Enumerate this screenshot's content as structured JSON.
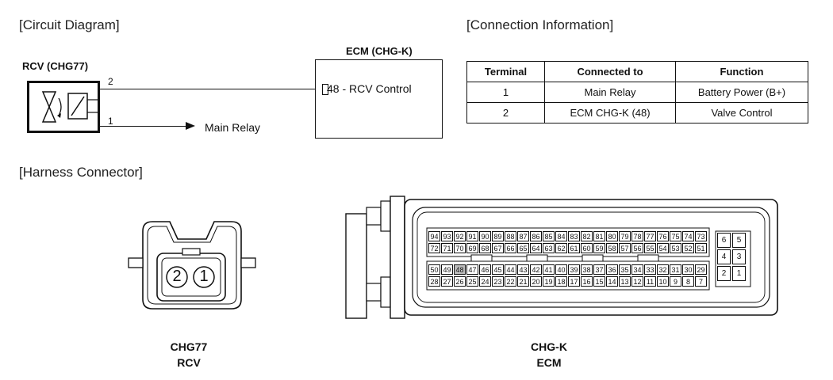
{
  "sections": {
    "circuit_diagram": "[Circuit Diagram]",
    "connection_information": "[Connection Information]",
    "harness_connector": "[Harness Connector]"
  },
  "circuit": {
    "rcv_label": "RCV (CHG77)",
    "pin2_label": "2",
    "pin1_label": "1",
    "main_relay_label": "Main Relay",
    "ecm_label": "ECM (CHG-K)",
    "ecm_pin_label": "48 - RCV Control"
  },
  "connection_table": {
    "headers": [
      "Terminal",
      "Connected to",
      "Function"
    ],
    "rows": [
      [
        "1",
        "Main Relay",
        "Battery Power (B+)"
      ],
      [
        "2",
        "ECM CHG-K (48)",
        "Valve Control"
      ]
    ]
  },
  "harness": {
    "rcv_connector": {
      "name": "CHG77",
      "subtitle": "RCV",
      "pins": [
        "2",
        "1"
      ]
    },
    "ecm_connector": {
      "name": "CHG-K",
      "subtitle": "ECM",
      "row1": [
        "94",
        "93",
        "92",
        "91",
        "90",
        "89",
        "88",
        "87",
        "86",
        "85",
        "84",
        "83",
        "82",
        "81",
        "80",
        "79",
        "78",
        "77",
        "76",
        "75",
        "74",
        "73"
      ],
      "row2": [
        "72",
        "71",
        "70",
        "69",
        "68",
        "67",
        "66",
        "65",
        "64",
        "63",
        "62",
        "61",
        "60",
        "59",
        "58",
        "57",
        "56",
        "55",
        "54",
        "53",
        "52",
        "51"
      ],
      "row3": [
        "50",
        "49",
        "48",
        "47",
        "46",
        "45",
        "44",
        "43",
        "42",
        "41",
        "40",
        "39",
        "38",
        "37",
        "36",
        "35",
        "34",
        "33",
        "32",
        "31",
        "30",
        "29"
      ],
      "row4": [
        "28",
        "27",
        "26",
        "25",
        "24",
        "23",
        "22",
        "21",
        "20",
        "19",
        "18",
        "17",
        "16",
        "15",
        "14",
        "13",
        "12",
        "11",
        "10",
        "9",
        "8",
        "7"
      ],
      "side_pins": [
        [
          "6",
          "5"
        ],
        [
          "4",
          "3"
        ],
        [
          "2",
          "1"
        ]
      ],
      "highlighted_pin": "48"
    }
  }
}
